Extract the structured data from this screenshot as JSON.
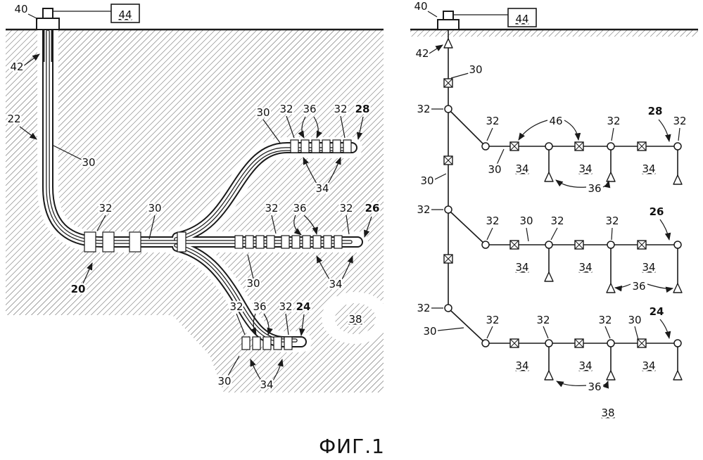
{
  "caption": "ФИГ.1",
  "colors": {
    "ink": "#1a1a1a",
    "paper": "#ffffff"
  },
  "reference_labels": {
    "n20": "20",
    "n22": "22",
    "n24": "24",
    "n26": "26",
    "n28": "28",
    "n30": "30",
    "n32": "32",
    "n34": "34",
    "n36": "36",
    "n38": "38",
    "n40": "40",
    "n42": "42",
    "n44": "44",
    "n46": "46"
  }
}
